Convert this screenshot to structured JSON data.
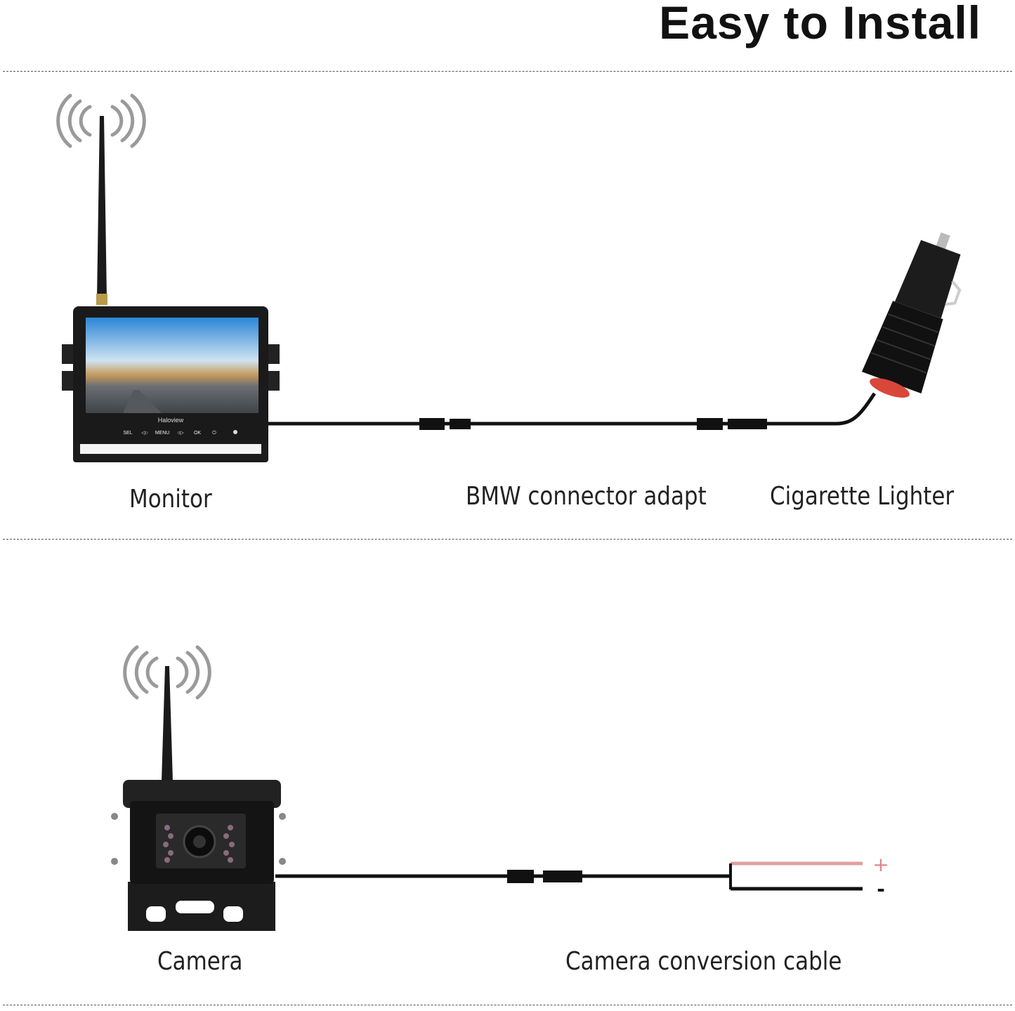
{
  "title": "Easy to Install",
  "components": {
    "monitor": {
      "label": "Monitor",
      "brand": "Haloview",
      "buttons": [
        "SEL",
        "◁○",
        "MENU",
        "○▷",
        "OK",
        "⏻"
      ]
    },
    "adapter": {
      "label": "BMW connector adapt"
    },
    "lighter": {
      "label": "Cigarette Lighter"
    },
    "camera": {
      "label": "Camera"
    },
    "conversion_cable": {
      "label": "Camera conversion cable",
      "positive": "+",
      "negative": "-"
    }
  },
  "colors": {
    "cable": "#111111",
    "positive_wire": "#e0a0a0",
    "wave": "#9a9a9a",
    "lighter_tip": "#d9473a"
  },
  "icons": [
    "wireless-signal-icon",
    "wireless-signal-icon"
  ]
}
